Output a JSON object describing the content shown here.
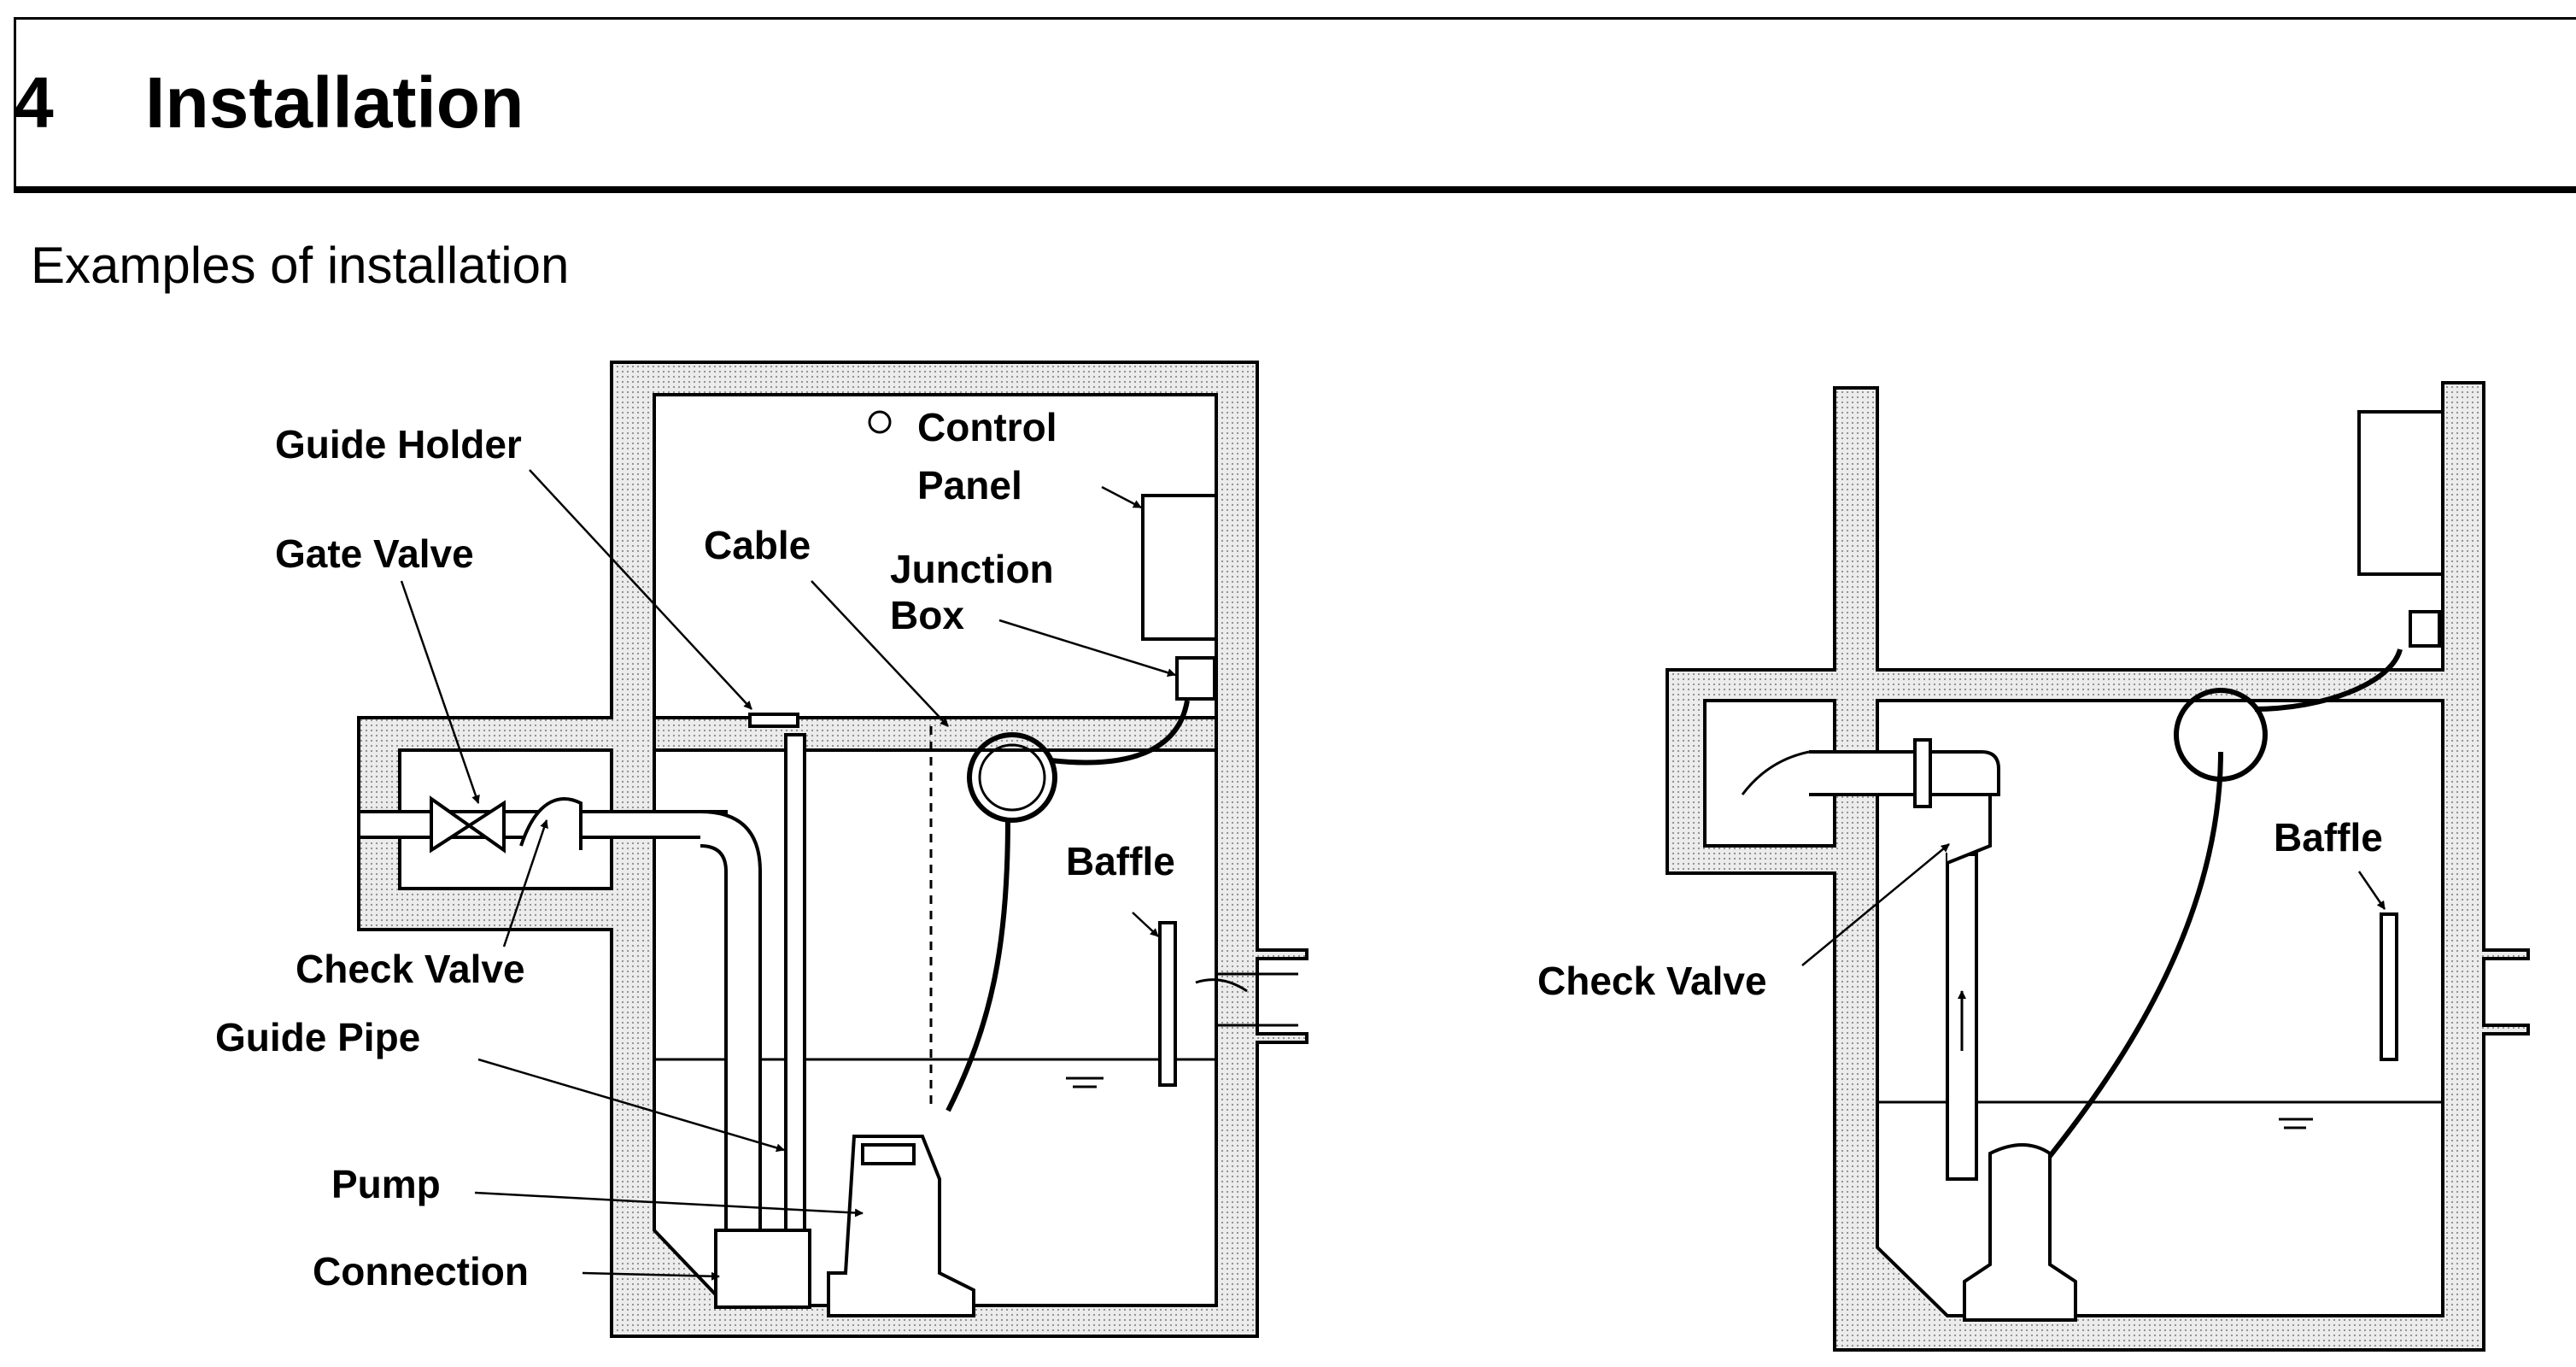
{
  "header": {
    "section_number": "4",
    "section_title": "Installation"
  },
  "subtitle": "Examples of installation",
  "left_diagram": {
    "labels": {
      "guide_holder": "Guide Holder",
      "gate_valve": "Gate Valve",
      "cable": "Cable",
      "control_panel_line1": "Control",
      "control_panel_line2": "Panel",
      "junction_box_line1": "Junction",
      "junction_box_line2": "Box",
      "baffle": "Baffle",
      "check_valve": "Check Valve",
      "guide_pipe": "Guide Pipe",
      "pump": "Pump",
      "connection": "Connection"
    }
  },
  "right_diagram": {
    "labels": {
      "check_valve": "Check Valve",
      "baffle": "Baffle"
    }
  },
  "colors": {
    "line": "#000000",
    "concrete_fill": "#e4e4e4",
    "background": "#ffffff"
  }
}
